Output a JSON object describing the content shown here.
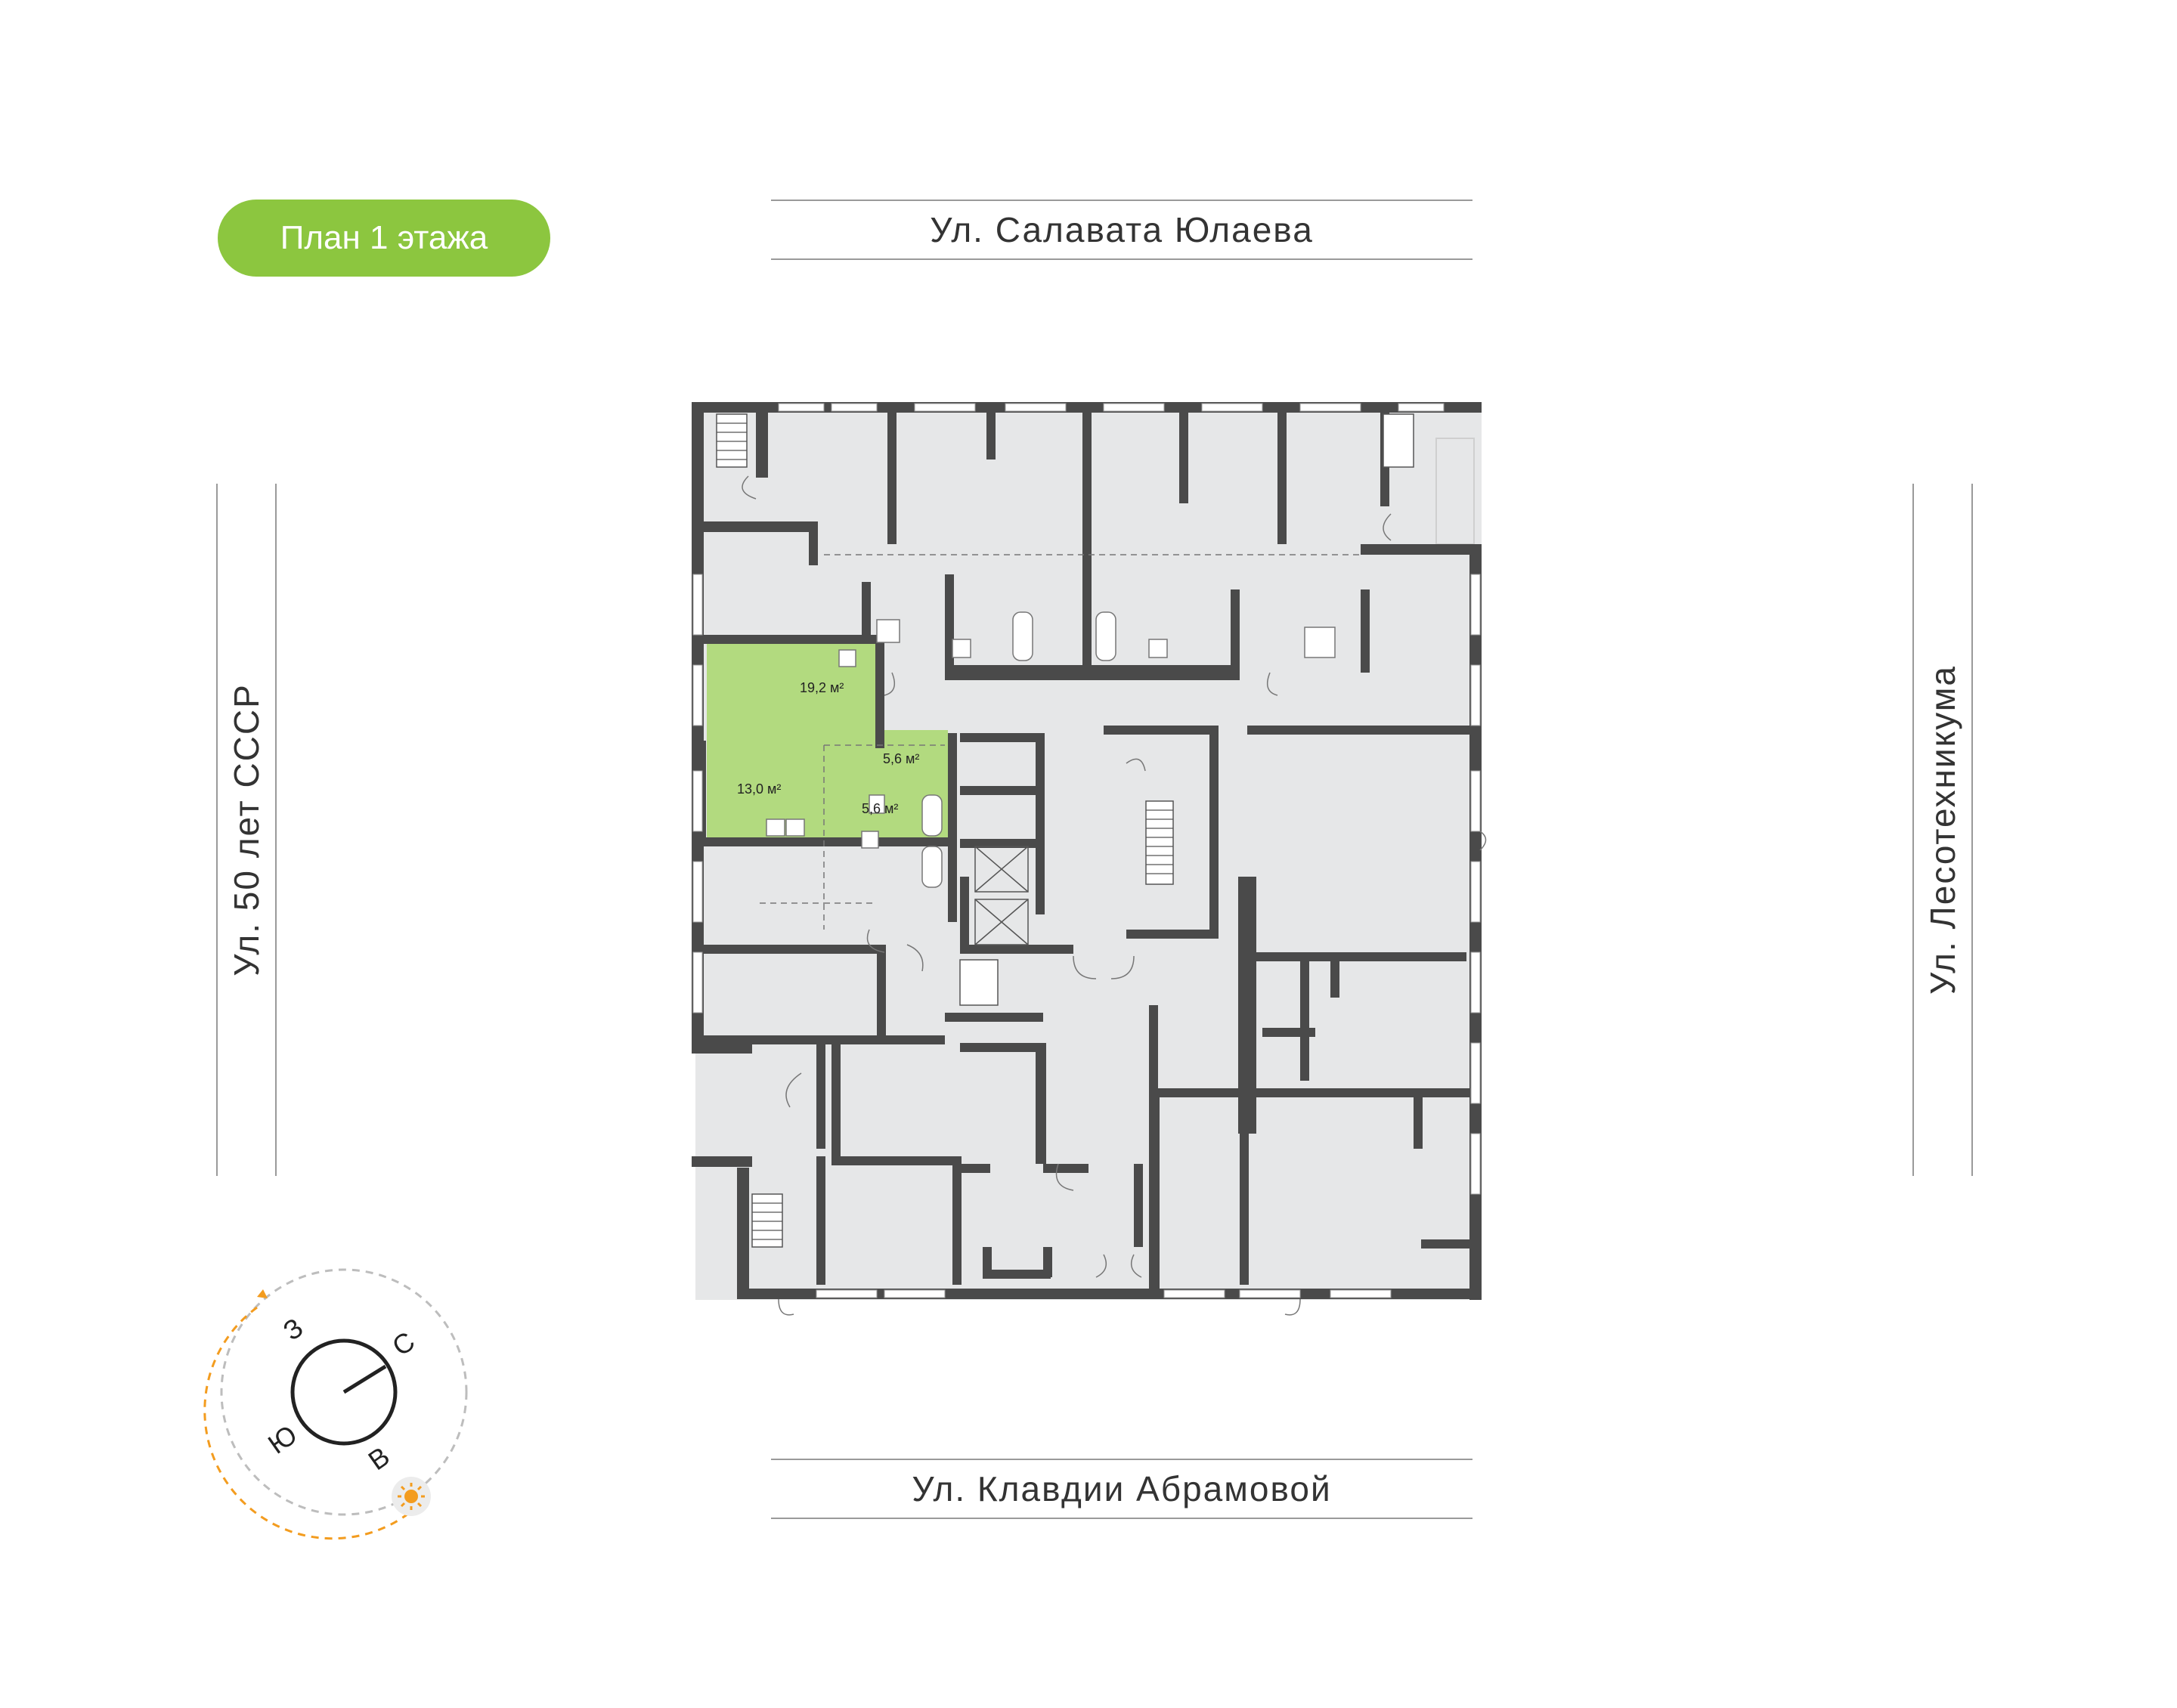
{
  "plan_title": "План 1 этажа",
  "streets": {
    "north": "Ул. Салавата Юлаева",
    "south": "Ул. Клавдии Абрамовой",
    "west": "Ул. 50 лет СССР",
    "east": "Ул. Лесотехникума"
  },
  "apartment": {
    "rooms": [
      {
        "area": "19,2 м²"
      },
      {
        "area": "13,0 м²"
      },
      {
        "area": "5,6 м²"
      },
      {
        "area": "5,6 м²"
      }
    ]
  },
  "compass": {
    "north": "С",
    "south": "Ю",
    "west": "З",
    "east": "В"
  },
  "icons": [
    "sun-icon",
    "direction-arrow-icon"
  ],
  "colors": {
    "accent": "#8cc63f",
    "apartment_fill": "#b2da7f",
    "room_fill": "#e6e7e8",
    "wall": "#4a4a4a",
    "sun_path": "#f39c1f"
  }
}
